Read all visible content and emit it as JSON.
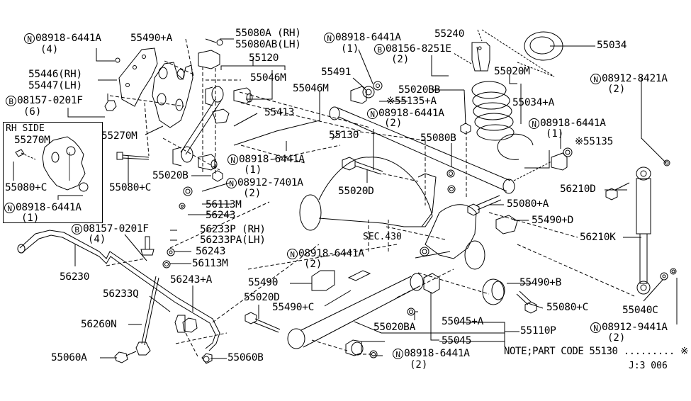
{
  "diagram": {
    "title": "Rear Suspension",
    "inset_title": "RH SIDE",
    "section_ref": "SEC.430",
    "note": "NOTE;PART CODE 55130 ......... ※",
    "drawing_code": "J:3 006",
    "circle_symbols": {
      "N": "N",
      "B": "B"
    },
    "labels": [
      {
        "id": "l1",
        "symbol": "N",
        "text": "08918-6441A",
        "qty": "(4)"
      },
      {
        "id": "l2",
        "text": "55490+A"
      },
      {
        "id": "l3",
        "text": "55080A (RH)"
      },
      {
        "id": "l4",
        "text": "55080AB(LH)"
      },
      {
        "id": "l5",
        "text": "55446(RH)"
      },
      {
        "id": "l6",
        "text": "55447(LH)"
      },
      {
        "id": "l7",
        "text": "55120"
      },
      {
        "id": "l8",
        "text": "55046M"
      },
      {
        "id": "l9",
        "text": "55046M"
      },
      {
        "id": "l10",
        "symbol": "B",
        "text": "08157-0201F",
        "qty": "(6)"
      },
      {
        "id": "l11",
        "text": "55413"
      },
      {
        "id": "l12",
        "text": "55270M"
      },
      {
        "id": "l13",
        "text": "55270M"
      },
      {
        "id": "l14",
        "text": "55080+C"
      },
      {
        "id": "l15",
        "text": "55080+C"
      },
      {
        "id": "l16",
        "symbol": "N",
        "text": "08918-6441A",
        "qty": "(1)"
      },
      {
        "id": "l17",
        "text": "55020B"
      },
      {
        "id": "l18",
        "symbol": "N",
        "text": "08918-6441A",
        "qty": "(1)"
      },
      {
        "id": "l19",
        "symbol": "N",
        "text": "08912-7401A",
        "qty": "(2)"
      },
      {
        "id": "l20",
        "text": "56113M"
      },
      {
        "id": "l21",
        "text": "56243"
      },
      {
        "id": "l22",
        "text": "56233P (RH)"
      },
      {
        "id": "l23",
        "text": "56233PA(LH)"
      },
      {
        "id": "l24",
        "text": "56243"
      },
      {
        "id": "l25",
        "text": "56113M"
      },
      {
        "id": "l26",
        "symbol": "B",
        "text": "08157-0201F",
        "qty": "(4)"
      },
      {
        "id": "l27",
        "text": "56230"
      },
      {
        "id": "l28",
        "text": "56243+A"
      },
      {
        "id": "l29",
        "text": "56233Q"
      },
      {
        "id": "l30",
        "text": "56260N"
      },
      {
        "id": "l31",
        "text": "55060A"
      },
      {
        "id": "l32",
        "text": "55060B"
      },
      {
        "id": "l33",
        "symbol": "N",
        "text": "08918-6441A",
        "qty": "(1)"
      },
      {
        "id": "l34",
        "text": "55240"
      },
      {
        "id": "l35",
        "symbol": "B",
        "text": "08156-8251E",
        "qty": "(2)"
      },
      {
        "id": "l36",
        "text": "55034"
      },
      {
        "id": "l37",
        "text": "55491"
      },
      {
        "id": "l38",
        "text": "55020M"
      },
      {
        "id": "l39",
        "text": "55020BB"
      },
      {
        "id": "l40",
        "text": "55034+A"
      },
      {
        "id": "l41",
        "text": "※55135+A"
      },
      {
        "id": "l42",
        "symbol": "N",
        "text": "08918-6441A",
        "qty": "(2)"
      },
      {
        "id": "l43",
        "symbol": "N",
        "text": "08912-8421A",
        "qty": "(2)"
      },
      {
        "id": "l44",
        "text": "55130"
      },
      {
        "id": "l45",
        "text": "55080B"
      },
      {
        "id": "l46",
        "symbol": "N",
        "text": "08918-6441A",
        "qty": "(1)"
      },
      {
        "id": "l47",
        "text": "※55135"
      },
      {
        "id": "l48",
        "text": "55020D"
      },
      {
        "id": "l49",
        "text": "56210D"
      },
      {
        "id": "l50",
        "text": "55080+A"
      },
      {
        "id": "l51",
        "text": "55490+D"
      },
      {
        "id": "l52",
        "text": "56210K"
      },
      {
        "id": "l53",
        "symbol": "N",
        "text": "08918-6441A",
        "qty": "(2)"
      },
      {
        "id": "l54",
        "text": "55490"
      },
      {
        "id": "l55",
        "text": "55490+B"
      },
      {
        "id": "l56",
        "text": "55020D"
      },
      {
        "id": "l57",
        "text": "55490+C"
      },
      {
        "id": "l58",
        "text": "55080+C"
      },
      {
        "id": "l59",
        "text": "55040C"
      },
      {
        "id": "l60",
        "text": "55020BA"
      },
      {
        "id": "l61",
        "text": "55045+A"
      },
      {
        "id": "l62",
        "text": "55110P"
      },
      {
        "id": "l63",
        "symbol": "N",
        "text": "08912-9441A",
        "qty": "(2)"
      },
      {
        "id": "l64",
        "text": "55045"
      },
      {
        "id": "l65",
        "symbol": "N",
        "text": "08918-6441A",
        "qty": "(2)"
      }
    ]
  }
}
